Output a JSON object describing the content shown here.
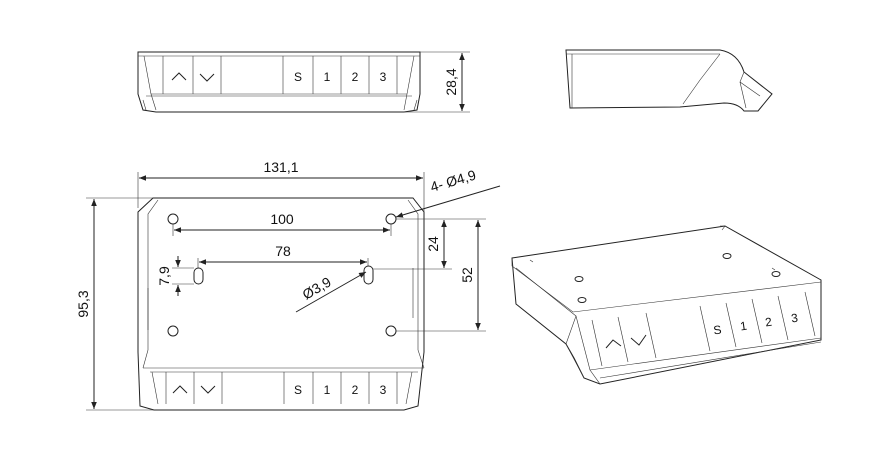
{
  "dimensions": {
    "height": "28,4",
    "width": "131,1",
    "depth": "95,3",
    "hole_spacing_x": "100",
    "slot_spacing_x": "78",
    "hole_spacing_y": "52",
    "slot_offset_y": "24",
    "slot_length": "7,9",
    "mount_holes": "4- Ø4,9",
    "slot_diameter": "Ø3,9"
  },
  "keypad": {
    "keys": [
      "S",
      "1",
      "2",
      "3"
    ]
  },
  "colors": {
    "line": "#222222",
    "background": "#ffffff"
  },
  "icons": {
    "up": "chevron-up-icon",
    "down": "chevron-down-icon"
  }
}
